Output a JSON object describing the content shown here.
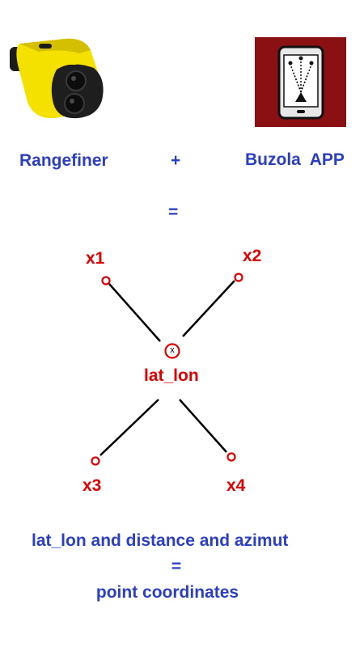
{
  "header": {
    "left_label": "Rangefiner",
    "plus": "+",
    "right_label": "Buzola  APP",
    "equals": "="
  },
  "diagram": {
    "points": {
      "x1": "x1",
      "x2": "x2",
      "x3": "x3",
      "x4": "x4"
    },
    "center_marker": "x",
    "center_label": "lat_lon"
  },
  "footer": {
    "line1": "lat_lon and distance and azimut",
    "line2": "=",
    "line3": "point coordinates"
  },
  "colors": {
    "accent_blue": "#2b3fc4",
    "point_red": "#e00000",
    "app_icon_bg": "#8b1014",
    "rangefinder_yellow": "#f5e100"
  },
  "icons": {
    "rangefinder": "rangefinder-device-icon",
    "app": "compass-app-icon"
  }
}
